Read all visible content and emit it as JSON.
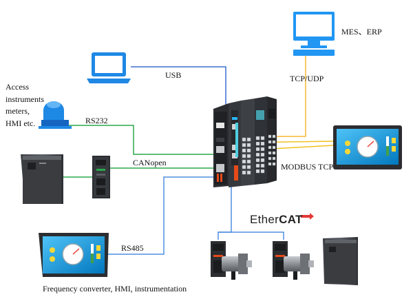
{
  "labels": {
    "mes_erp": "MES、ERP",
    "tcp_udp": "TCP/UDP",
    "usb": "USB",
    "rs232": "RS232",
    "canopen": "CANopen",
    "modbus_tcp": "MODBUS TCP",
    "rs485": "RS485",
    "ethercat_prefix": "Ether",
    "ethercat_suffix": "CAT",
    "access_lines": [
      "Access",
      "instruments",
      "meters,",
      "HMI etc."
    ],
    "bottom_caption": "Frequency converter, HMI, instrumentation"
  },
  "colors": {
    "usb_line": "#3b6fd0",
    "tcp_line": "#f5b730",
    "modbus_line": "#f0c020",
    "rs232_line": "#2aa84a",
    "canopen_line": "#2aa84a",
    "rs485_line": "#4f8fe0",
    "ethercat_line": "#4f8fe0",
    "monitor_blue": "#2196f3",
    "laptop_blue": "#1e88e5",
    "device_dark": "#2e3033"
  },
  "icons": [
    "desktop-computer-icon",
    "laptop-icon",
    "field-instrument-icon",
    "frequency-converter-icon",
    "servo-drive-icon",
    "plc-controller-icon",
    "hmi-touchscreen-icon",
    "servo-motor-icon"
  ]
}
